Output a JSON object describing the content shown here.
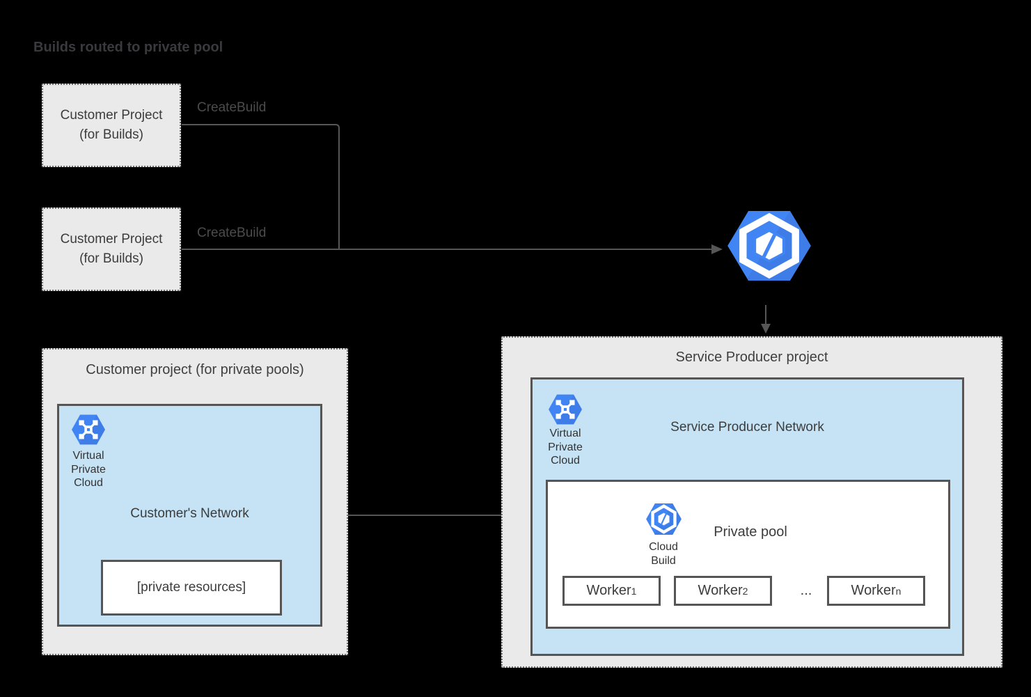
{
  "title": "Builds routed to private pool",
  "colors": {
    "background": "#000000",
    "project_box_fill": "#eaeaea",
    "network_fill": "#c5e3f5",
    "solid_border": "#555555",
    "connector": "#565656",
    "icon_blue": "#4285f4",
    "icon_shadow_blue": "#3a72d8"
  },
  "build_projects": [
    {
      "line1": "Customer Project",
      "line2": "(for Builds)",
      "arrow_label": "CreateBuild"
    },
    {
      "line1": "Customer Project",
      "line2": "(for Builds)",
      "arrow_label": "CreateBuild"
    }
  ],
  "customer_pool_project": {
    "title": "Customer project (for private pools)",
    "network": {
      "title": "Customer's Network",
      "vpc_label": {
        "line1": "Virtual",
        "line2": "Private",
        "line3": "Cloud"
      },
      "private_resources": "[private resources]"
    }
  },
  "service_producer_project": {
    "title": "Service Producer project",
    "network": {
      "title": "Service Producer Network",
      "vpc_label": {
        "line1": "Virtual",
        "line2": "Private",
        "line3": "Cloud"
      },
      "private_pool": {
        "title": "Private pool",
        "icon_label": {
          "line1": "Cloud",
          "line2": "Build"
        },
        "workers": [
          {
            "base": "Worker",
            "sub": "1"
          },
          {
            "base": "Worker",
            "sub": "2"
          },
          {
            "base": "Worker",
            "sub": "n"
          }
        ],
        "ellipsis": "..."
      }
    }
  }
}
